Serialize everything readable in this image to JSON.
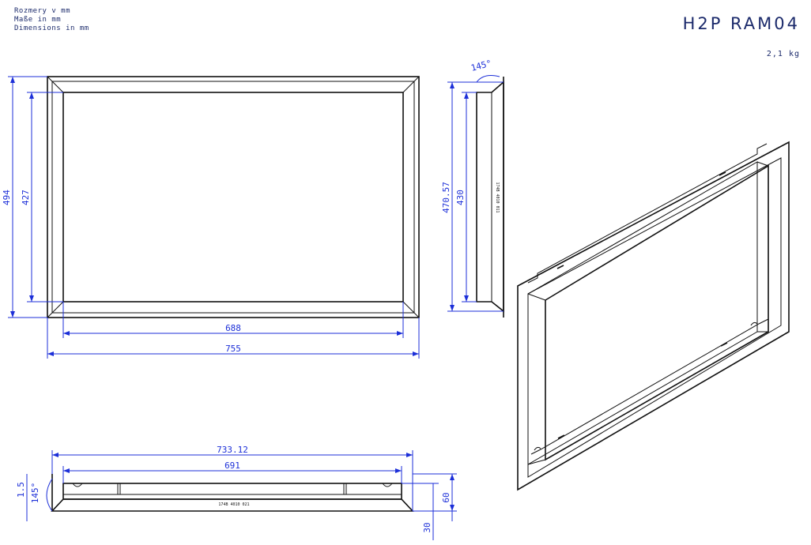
{
  "header": {
    "units_cz": "Rozmery v mm",
    "units_de": "Maße in mm",
    "units_en": "Dimensions in mm",
    "product_code": "H2P RAM04",
    "weight": "2,1 kg"
  },
  "front_view": {
    "outer_width": "755",
    "inner_width": "688",
    "outer_height": "494",
    "inner_height": "427"
  },
  "side_view": {
    "angle": "145°",
    "outer_height": "470.57",
    "inner_height": "430",
    "part_number": "174B 4010 011"
  },
  "bottom_view": {
    "outer_length": "733.12",
    "inner_length": "691",
    "angle": "145°",
    "thickness": "1.5",
    "depth": "60",
    "flange": "30",
    "part_number": "174B 4010 021"
  }
}
